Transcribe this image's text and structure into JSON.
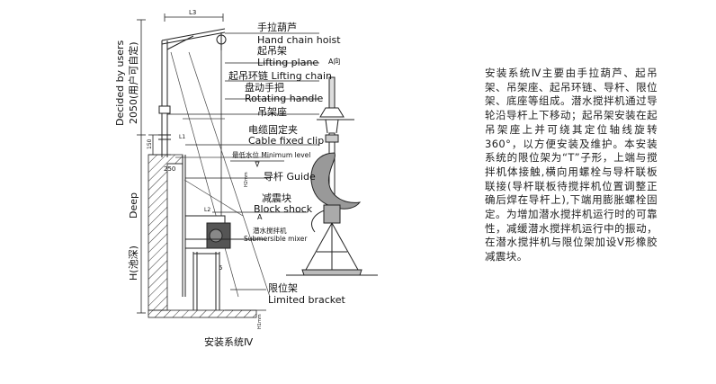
{
  "diagram": {
    "caption": "安装系统Ⅳ",
    "dimension_top": "L3",
    "dimension_l1": "L1",
    "dimension_l2": "L2",
    "dimension_150": "150",
    "dimension_250": "250",
    "dimension_5": "5",
    "dimension_h1": "H1mm",
    "dimension_h2": "H2mm",
    "left_label_decided_en": "Decided by users",
    "left_label_decided_cn": "2050(用户可自定)",
    "left_label_deep_en": "Deep",
    "left_label_deep_cn": "H(池深)",
    "view_label": "A向",
    "arrow_label": "A",
    "labels": {
      "hand_hoist_cn": "手拉葫芦",
      "hand_hoist_en": "Hand chain hoist",
      "lifting_plane_cn": "起吊架",
      "lifting_plane_en": "Lifting plane",
      "lifting_chain": "起吊环链 Lifting chain",
      "rotating_handle_cn": "盘动手把",
      "rotating_handle_en": "Rotating handle",
      "hanger_seat_cn": "吊架座",
      "cable_clip_cn": "电缆固定夹",
      "cable_clip_en": "Cable fixed clip",
      "min_level": "最低水位 Minimum level",
      "guide": "导杆 Guide",
      "block_shock_cn": "减震块",
      "block_shock_en": "Block shock",
      "mixer_cn": "潜水搅拌机",
      "mixer_en": "Submersible mixer",
      "limited_bracket_cn": "限位架",
      "limited_bracket_en": "Limited bracket"
    }
  },
  "description": "安装系统Ⅳ主要由手拉葫芦、起吊架、吊架座、起吊环链、导杆、限位架、底座等组成。潜水搅拌机通过导轮沿导杆上下移动；起吊架安装在起吊架座上并可绕其定位轴线旋转360°，以方便安装及维护。本安装系统的限位架为“T”子形，上端与搅拌机体接触,横向用螺栓与导杆联板联接(导杆联板待搅拌机位置调整正确后焊在导杆上),下端用膨胀螺栓固定。为增加潜水搅拌机运行时的可靠性，减缓潜水搅拌机运行中的振动，在潜水搅拌机与限位架加设V形橡胶减震块。"
}
